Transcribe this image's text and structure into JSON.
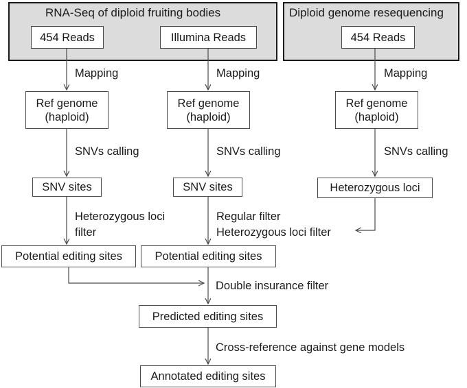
{
  "groups": {
    "rnaseq_title": "RNA-Seq of diploid fruiting bodies",
    "resequencing_title": "Diploid genome resequencing"
  },
  "boxes": {
    "reads_454_a": "454 Reads",
    "reads_illumina": "Illumina Reads",
    "reads_454_b": "454 Reads",
    "ref_genome_line1": "Ref genome",
    "ref_genome_line2": "(haploid)",
    "snv_sites": "SNV sites",
    "heterozygous_loci": "Heterozygous loci",
    "potential_editing_sites": "Potential editing sites",
    "predicted_editing_sites": "Predicted editing sites",
    "annotated_editing_sites": "Annotated editing sites"
  },
  "edge_labels": {
    "mapping": "Mapping",
    "snvs_calling": "SNVs calling",
    "het_loci_filter_line1": "Heterozygous loci",
    "het_loci_filter_line2": "filter",
    "regular_filter": "Regular filter",
    "het_loci_filter_full": "Heterozygous loci filter",
    "double_insurance_filter": "Double insurance filter",
    "cross_reference": "Cross-reference against gene models"
  }
}
